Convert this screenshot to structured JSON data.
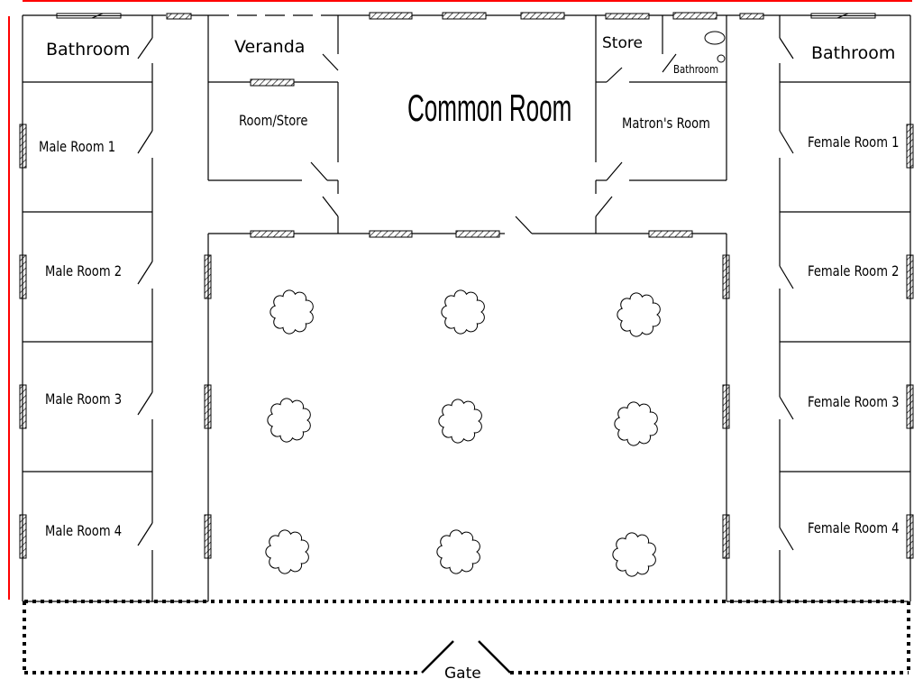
{
  "plan": {
    "rooms": {
      "bathroom_left": "Bathroom",
      "veranda": "Veranda",
      "room_store": "Room/Store",
      "common_room": "Common Room",
      "store": "Store",
      "bathroom_small": "Bathroom",
      "matrons_room": "Matron's Room",
      "bathroom_right": "Bathroom",
      "male_room_1": "Male Room 1",
      "male_room_2": "Male Room 2",
      "male_room_3": "Male Room 3",
      "male_room_4": "Male Room 4",
      "female_room_1": "Female Room 1",
      "female_room_2": "Female Room 2",
      "female_room_3": "Female Room 3",
      "female_room_4": "Female Room 4",
      "gate": "Gate"
    },
    "colors": {
      "line": "#000000",
      "border_accent": "#ff0000"
    },
    "icons": [
      "window-icon",
      "door-icon",
      "tree-icon",
      "toilet-icon",
      "sink-icon"
    ]
  }
}
